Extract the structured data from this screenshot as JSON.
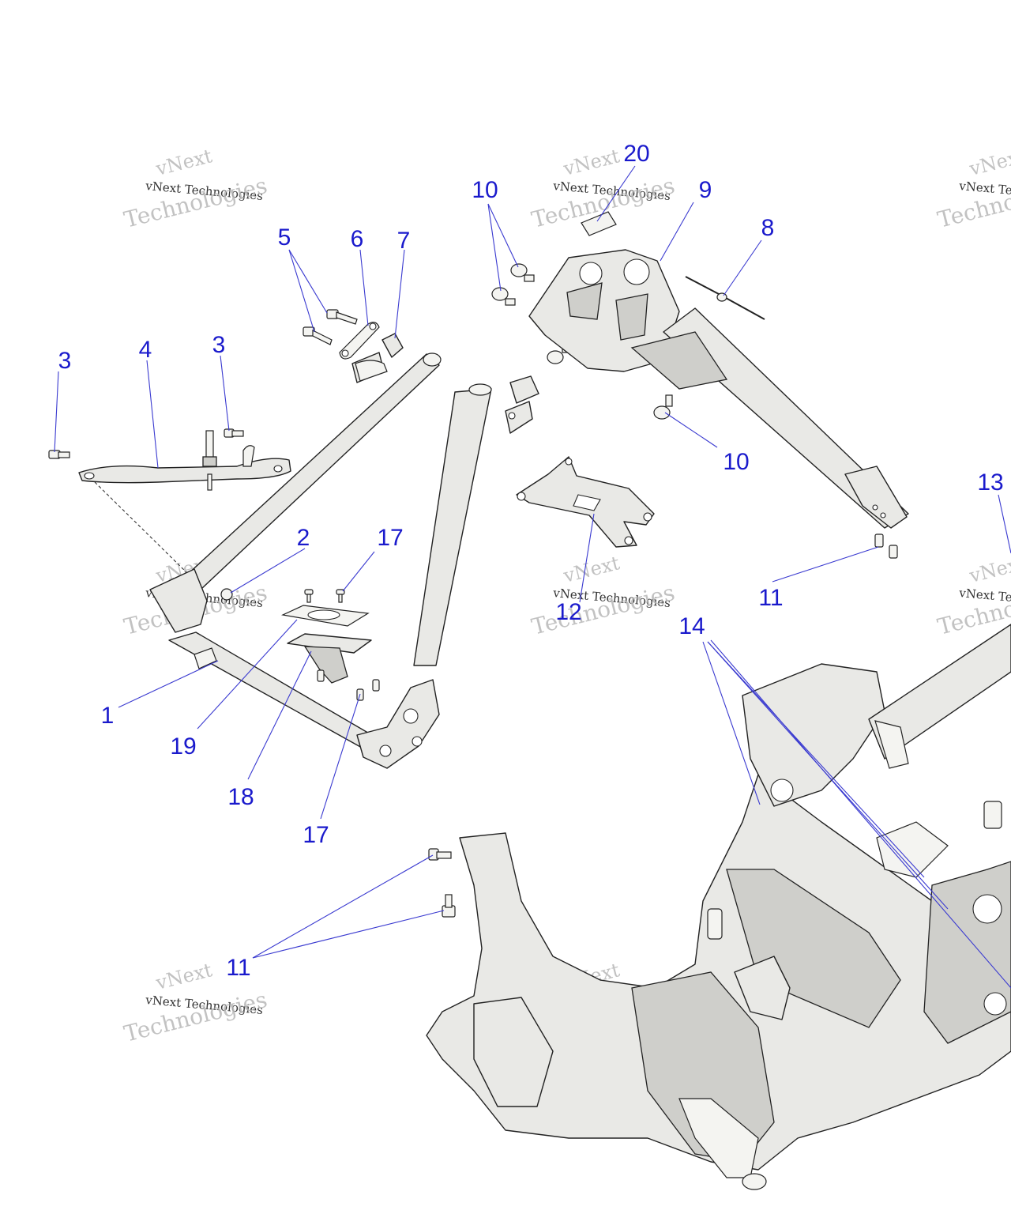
{
  "watermark": {
    "line1": "vNext Technologies",
    "line2": "vNext",
    "line3": "Technologies",
    "color": "#b8b8b8"
  },
  "callouts": [
    {
      "id": "c1",
      "text": "1"
    },
    {
      "id": "c2",
      "text": "2"
    },
    {
      "id": "c3a",
      "text": "3"
    },
    {
      "id": "c3b",
      "text": "3"
    },
    {
      "id": "c4",
      "text": "4"
    },
    {
      "id": "c5",
      "text": "5"
    },
    {
      "id": "c6",
      "text": "6"
    },
    {
      "id": "c7",
      "text": "7"
    },
    {
      "id": "c8",
      "text": "8"
    },
    {
      "id": "c9",
      "text": "9"
    },
    {
      "id": "c10a",
      "text": "10"
    },
    {
      "id": "c10b",
      "text": "10"
    },
    {
      "id": "c11a",
      "text": "11"
    },
    {
      "id": "c11b",
      "text": "11"
    },
    {
      "id": "c12",
      "text": "12"
    },
    {
      "id": "c13",
      "text": "13"
    },
    {
      "id": "c14",
      "text": "14"
    },
    {
      "id": "c17a",
      "text": "17"
    },
    {
      "id": "c17b",
      "text": "17"
    },
    {
      "id": "c18",
      "text": "18"
    },
    {
      "id": "c19",
      "text": "19"
    },
    {
      "id": "c20",
      "text": "20"
    }
  ],
  "colors": {
    "callout": "#1a1acc",
    "leader": "#3a3ad0",
    "part_fill": "#e9e9e6",
    "outline": "#222222"
  }
}
